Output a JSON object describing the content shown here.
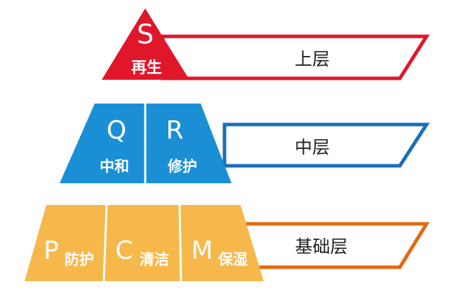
{
  "colors": {
    "top": "#e0162b",
    "middle": "#1b8fd6",
    "middle_border": "#1a6fb8",
    "base": "#f7b84b",
    "base_border": "#e06a10"
  },
  "top": {
    "letter": "S",
    "word": "再生",
    "label": "上层"
  },
  "middle": {
    "left_letter": "Q",
    "left_word": "中和",
    "right_letter": "R",
    "right_word": "修护",
    "label": "中层"
  },
  "base": {
    "cells": [
      {
        "letter": "P",
        "word": "防护"
      },
      {
        "letter": "C",
        "word": "清洁"
      },
      {
        "letter": "M",
        "word": "保湿"
      }
    ],
    "label": "基础层"
  }
}
